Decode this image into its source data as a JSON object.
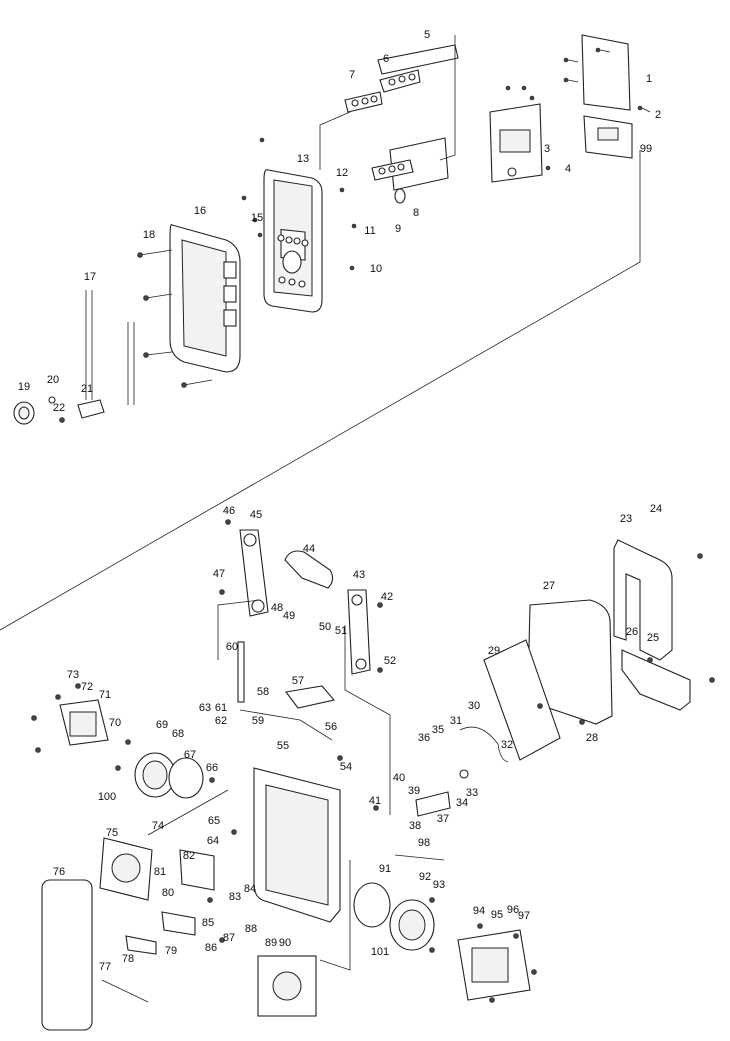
{
  "diagram": {
    "type": "exploded-parts-view",
    "callouts": [
      "1",
      "2",
      "3",
      "4",
      "5",
      "6",
      "7",
      "8",
      "9",
      "10",
      "11",
      "12",
      "13",
      "15",
      "16",
      "17",
      "18",
      "19",
      "20",
      "21",
      "22",
      "23",
      "24",
      "25",
      "26",
      "27",
      "28",
      "29",
      "30",
      "31",
      "32",
      "33",
      "34",
      "35",
      "36",
      "37",
      "38",
      "39",
      "40",
      "41",
      "42",
      "43",
      "44",
      "45",
      "46",
      "47",
      "48",
      "49",
      "50",
      "51",
      "52",
      "54",
      "55",
      "56",
      "57",
      "58",
      "59",
      "60",
      "61",
      "62",
      "63",
      "64",
      "65",
      "66",
      "67",
      "68",
      "69",
      "70",
      "71",
      "72",
      "73",
      "74",
      "75",
      "76",
      "77",
      "78",
      "79",
      "80",
      "81",
      "82",
      "83",
      "84",
      "85",
      "86",
      "87",
      "88",
      "89",
      "90",
      "91",
      "92",
      "93",
      "94",
      "95",
      "96",
      "97",
      "98",
      "99",
      "100",
      "101"
    ]
  }
}
